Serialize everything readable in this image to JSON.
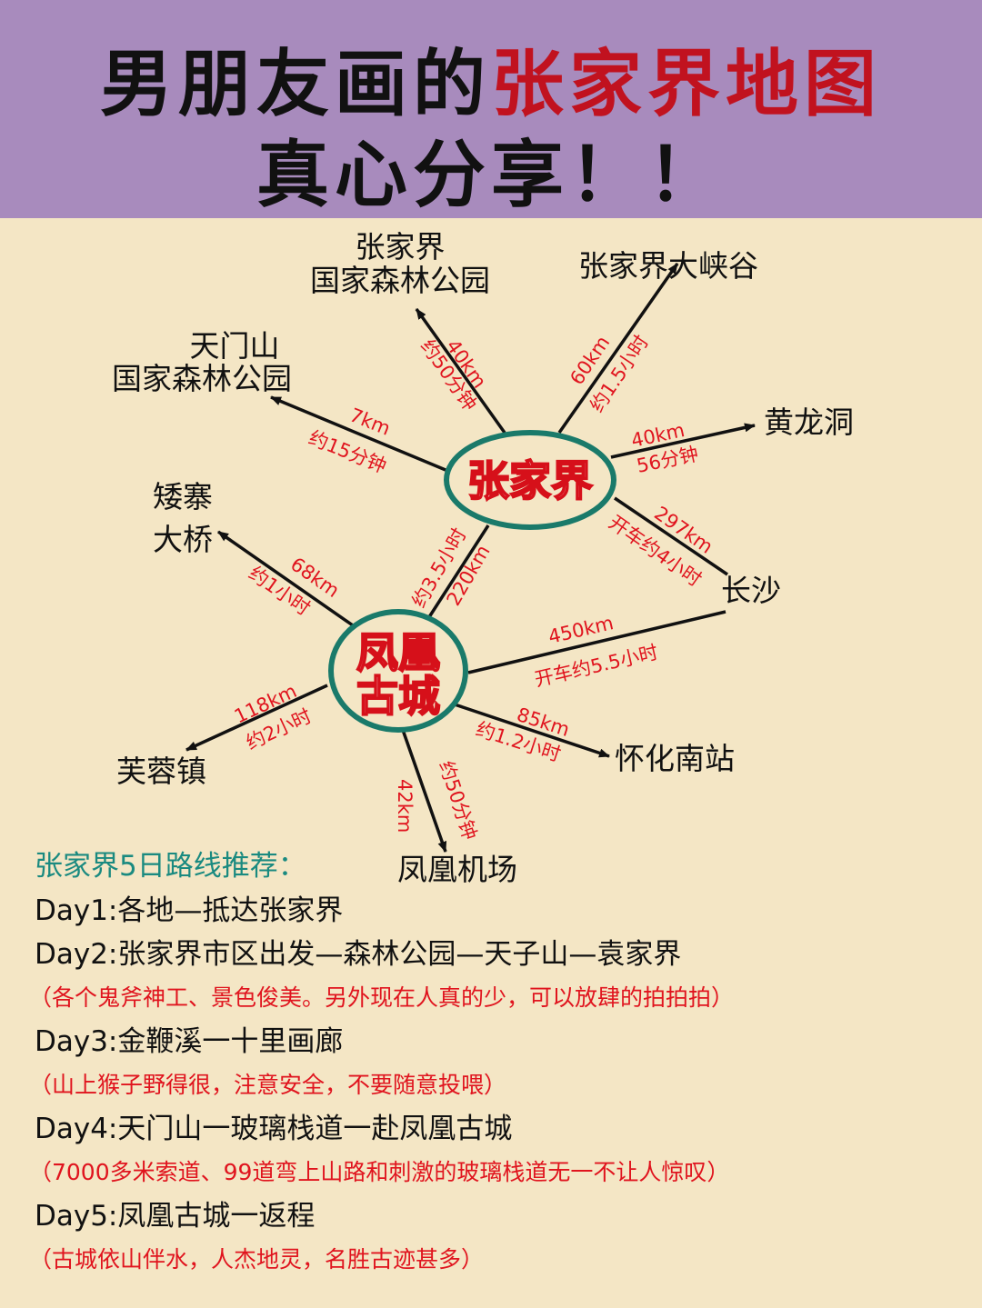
{
  "header": {
    "title_black": "男朋友画的",
    "title_red": "张家界地图",
    "subtitle": "真心分享！！"
  },
  "hubs": {
    "zhangjiajie": "张家界",
    "fenghuang_line1": "凤凰",
    "fenghuang_line2": "古城"
  },
  "places": {
    "zjj_forest_line1": "张家界",
    "zjj_forest_line2": "国家森林公园",
    "grand_canyon": "张家界大峡谷",
    "tianmen_line1": "天门山",
    "tianmen_line2": "国家森林公园",
    "huanglong": "黄龙洞",
    "aizhai_line1": "矮寨",
    "aizhai_line2": "大桥",
    "changsha": "长沙",
    "furong": "芙蓉镇",
    "huaihua": "怀化南站",
    "airport": "凤凰机场"
  },
  "routes": {
    "zjj_forest": {
      "distance": "40km",
      "time": "约50分钟"
    },
    "zjj_canyon": {
      "distance": "60km",
      "time": "约1.5小时"
    },
    "zjj_tianmen": {
      "distance": "7km",
      "time": "约15分钟"
    },
    "zjj_huanglong": {
      "distance": "40km",
      "time": "56分钟"
    },
    "zjj_changsha": {
      "distance": "297km",
      "time": "开车约4小时"
    },
    "zjj_fenghuang": {
      "distance": "220km",
      "time": "约3.5小时"
    },
    "fh_aizhai": {
      "distance": "68km",
      "time": "约1小时"
    },
    "fh_changsha": {
      "distance": "450km",
      "time": "开车约5.5小时"
    },
    "fh_furong": {
      "distance": "118km",
      "time": "约2小时"
    },
    "fh_huaihua": {
      "distance": "85km",
      "time": "约1.2小时"
    },
    "fh_airport": {
      "distance": "42km",
      "time": "约50分钟"
    }
  },
  "itinerary": {
    "title": "张家界5日路线推荐：",
    "days": [
      {
        "label": "Day1:各地—抵达张家界"
      },
      {
        "label": "Day2:张家界市区出发—森林公园—天子山—袁家界",
        "note": "（各个鬼斧神工、景色俊美。另外现在人真的少，可以放肆的拍拍拍）"
      },
      {
        "label": "Day3:金鞭溪一十里画廊",
        "note": "（山上猴子野得很，注意安全，不要随意投喂）"
      },
      {
        "label": "Day4:天门山一玻璃栈道一赴凤凰古城",
        "note": "（7000多米索道、99道弯上山路和刺激的玻璃栈道无一不让人惊叹）"
      },
      {
        "label": "Day5:凤凰古城一返程",
        "note": "（古城依山伴水，人杰地灵，名胜古迹甚多）"
      }
    ]
  },
  "colors": {
    "header_bg": "#a88bbd",
    "accent_red": "#c1121f",
    "label_red": "#e0141e",
    "hub_ring": "#1a7a6a",
    "title_teal": "#1a8a80",
    "background": "#f4e6c5"
  }
}
